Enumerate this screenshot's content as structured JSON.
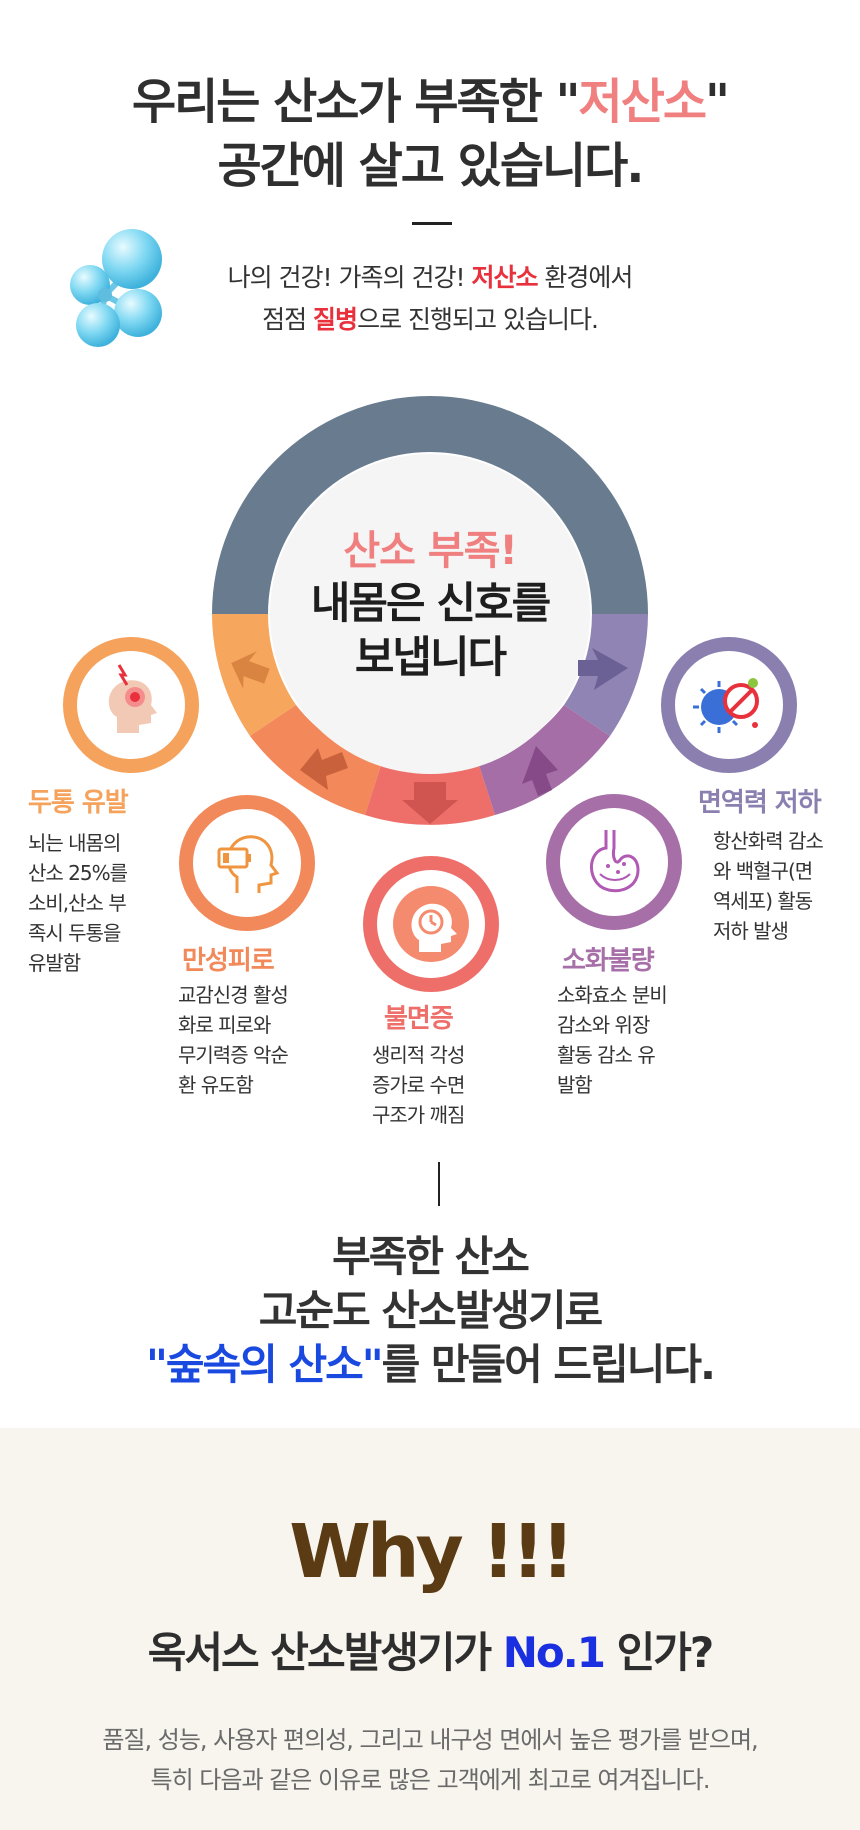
{
  "header": {
    "line1_pre": "우리는 산소가 부족한 \"",
    "line1_highlight": "저산소",
    "line1_post": "\"",
    "line2": "공간에 살고 있습니다."
  },
  "intro": {
    "line1_pre": "나의 건강! 가족의 건강!  ",
    "line1_highlight": "저산소",
    "line1_post": " 환경에서",
    "line2_pre": "점점 ",
    "line2_highlight": "질병",
    "line2_post": "으로 진행되고 있습니다."
  },
  "circle": {
    "line1": "산소 부족!",
    "line2": "내몸은 신호를",
    "line3": "보냅니다"
  },
  "symptoms": [
    {
      "label": "두통 유발",
      "desc": [
        "뇌는 내몸의",
        "산소 25%를",
        "소비,산소 부",
        "족시 두통을",
        "유발함"
      ],
      "color": "#f5a35c",
      "icon": "head-pain-icon"
    },
    {
      "label": "만성피로",
      "desc": [
        "교감신경 활성",
        "화로 피로와",
        "무기력증 악순",
        "환 유도함"
      ],
      "color": "#f2895a",
      "icon": "low-battery-head-icon"
    },
    {
      "label": "불면증",
      "desc": [
        "생리적 각성",
        "증가로 수면",
        "구조가 깨짐"
      ],
      "color": "#ee6f6a",
      "icon": "clock-head-icon"
    },
    {
      "label": "소화불량",
      "desc": [
        "소화효소 분비",
        "감소와 위장",
        "활동 감소 유",
        "발함"
      ],
      "color": "#a76fa8",
      "icon": "stomach-icon"
    },
    {
      "label": "면역력 저하",
      "desc": [
        "항산화력 감소",
        "와 백혈구(면",
        "역세포) 활동",
        "저하 발생"
      ],
      "color": "#8b7fb0",
      "icon": "virus-icon"
    }
  ],
  "bottom": {
    "line1": "부족한 산소",
    "line2": "고순도 산소발생기로",
    "line3_highlight": "\"숲속의 산소\"",
    "line3_post": "를 만들어 드립니다."
  },
  "why": {
    "title": "Why !!!",
    "question_pre": "옥서스 산소발생기가  ",
    "question_highlight": "No.1",
    "question_post": " 인가?",
    "para1": "품질, 성능, 사용자 편의성, 그리고 내구성 면에서 높은 평가를 받으며,",
    "para2": "특히 다음과 같은 이유로 많은 고객에게 최고로 여겨집니다."
  },
  "colors": {
    "ring_top": "#687b8f",
    "highlight_pink": "#f07f80",
    "highlight_red": "#e8313c",
    "highlight_blue": "#1a49e0",
    "why_brown": "#5a3b14",
    "why_background": "#f8f4ee"
  }
}
